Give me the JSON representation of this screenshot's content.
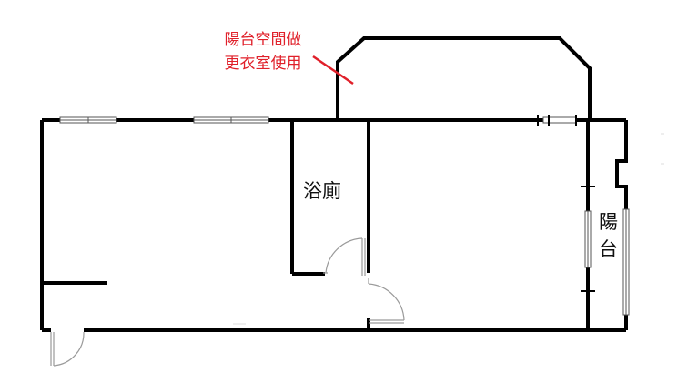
{
  "annotation": {
    "line1": "陽台空間做",
    "line2": "更衣室使用"
  },
  "rooms": {
    "bathroom": "浴廁",
    "balcony_char1": "陽",
    "balcony_char2": "台"
  },
  "colors": {
    "wall": "#000000",
    "note": "#e0202a",
    "door": "#9a9a9a",
    "window": "#555555"
  }
}
